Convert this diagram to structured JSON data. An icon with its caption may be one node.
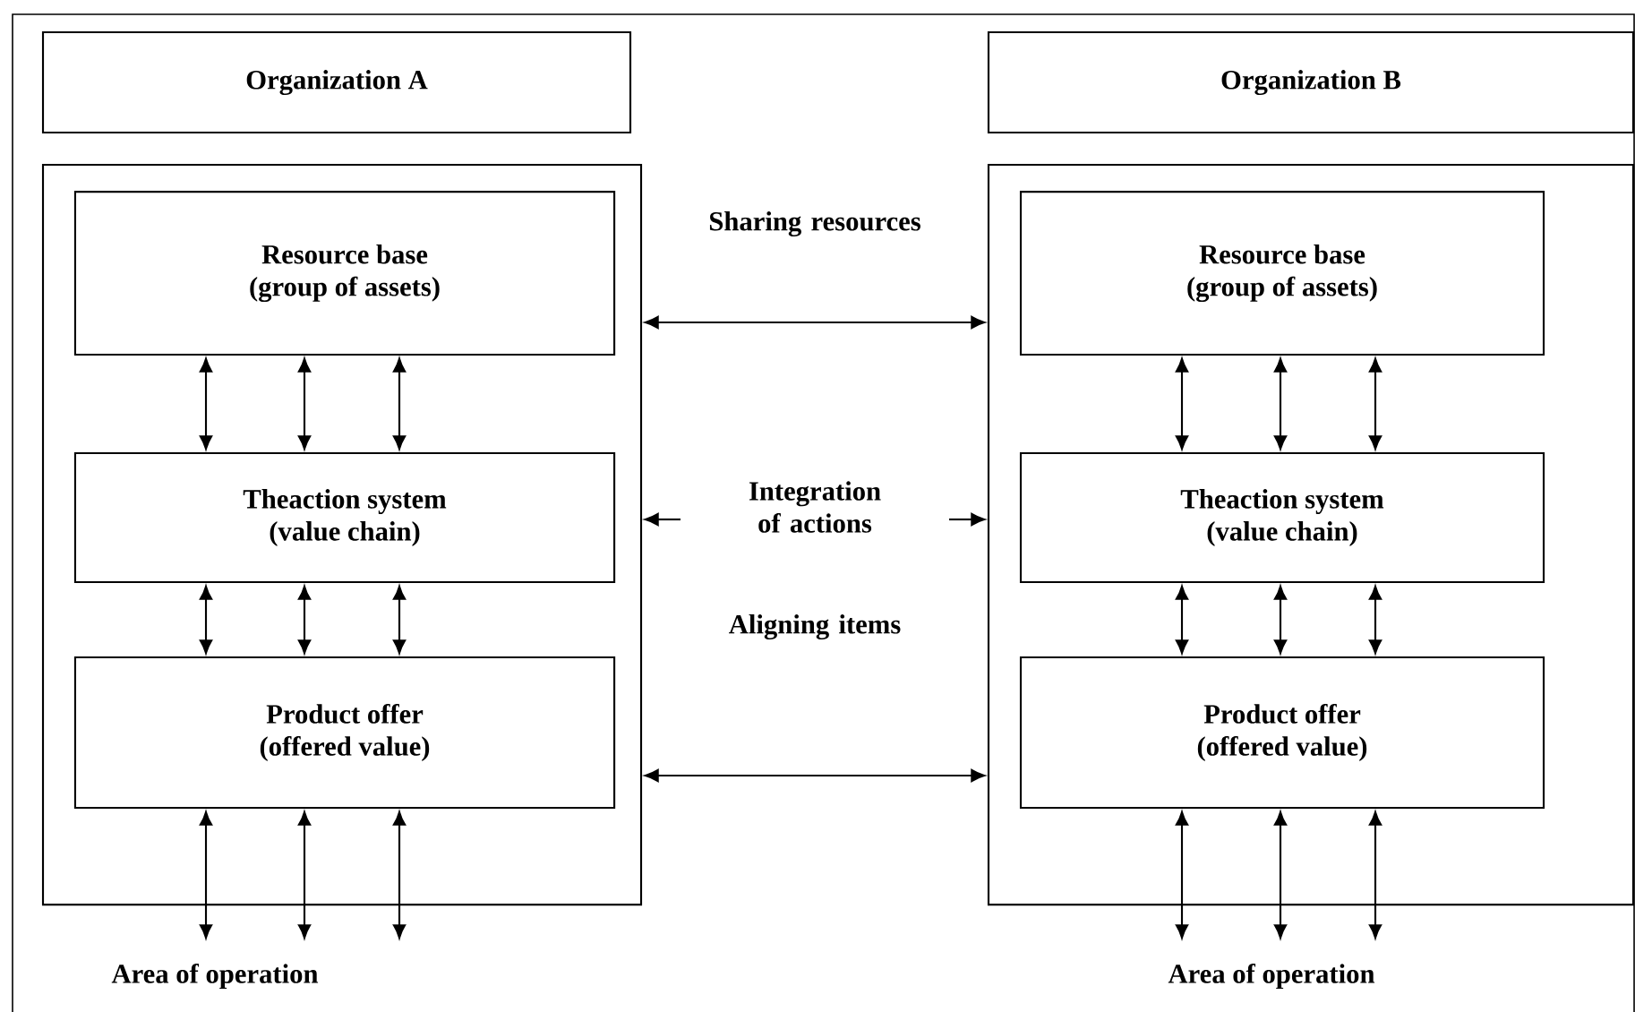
{
  "diagram": {
    "nodes": [
      {
        "text": [
          "Organization A"
        ]
      },
      {
        "text": [
          "Organization B"
        ]
      },
      {
        "text": [],
        "shape": "box"
      },
      {
        "text": [
          "Resource base (group of assets)"
        ],
        "in": 2
      },
      {
        "text": [
          "Theaction system (value chain)"
        ],
        "in": 2
      },
      {
        "text": [
          "Product offer (offered value)"
        ],
        "in": 2
      },
      {
        "text": [
          "Area of operation"
        ]
      },
      {
        "text": [],
        "shape": "box"
      },
      {
        "text": [
          "Resource base (group of assets)"
        ],
        "in": 7
      },
      {
        "text": [
          "Theaction system (value chain)"
        ],
        "in": 7
      },
      {
        "text": [
          "Product offer (offered value)"
        ],
        "in": 7
      },
      {
        "text": [
          "Area of operation"
        ]
      }
    ],
    "edges": [
      {
        "from": 2,
        "to": 7,
        "arrow": "both",
        "label": "Sharing resources"
      },
      {
        "from": null,
        "to": 2,
        "arrow": "to"
      },
      {
        "from": null,
        "to": 7,
        "arrow": "to"
      },
      {
        "from": 2,
        "to": 7,
        "arrow": "both",
        "label": "Aligning items"
      },
      {
        "from": 3,
        "to": 4,
        "arrow": "both"
      },
      {
        "from": 3,
        "to": 4,
        "arrow": "both"
      },
      {
        "from": 3,
        "to": 4,
        "arrow": "both"
      },
      {
        "from": 4,
        "to": 5,
        "arrow": "both"
      },
      {
        "from": 4,
        "to": 5,
        "arrow": "both"
      },
      {
        "from": 4,
        "to": 5,
        "arrow": "both"
      },
      {
        "from": 5,
        "to": 6,
        "arrow": "both"
      },
      {
        "from": 5,
        "to": 6,
        "arrow": "both"
      },
      {
        "from": 5,
        "to": 6,
        "arrow": "both"
      },
      {
        "from": 8,
        "to": 9,
        "arrow": "both"
      },
      {
        "from": 8,
        "to": 9,
        "arrow": "both"
      },
      {
        "from": 8,
        "to": 9,
        "arrow": "both"
      },
      {
        "from": 9,
        "to": 10,
        "arrow": "both"
      },
      {
        "from": 9,
        "to": 10,
        "arrow": "both"
      },
      {
        "from": 9,
        "to": 10,
        "arrow": "both"
      },
      {
        "from": 10,
        "to": 11,
        "arrow": "both"
      },
      {
        "from": 10,
        "to": 11,
        "arrow": "both"
      },
      {
        "from": 10,
        "to": 11,
        "arrow": "both"
      }
    ],
    "labels": [
      "Integration of actions"
    ]
  }
}
